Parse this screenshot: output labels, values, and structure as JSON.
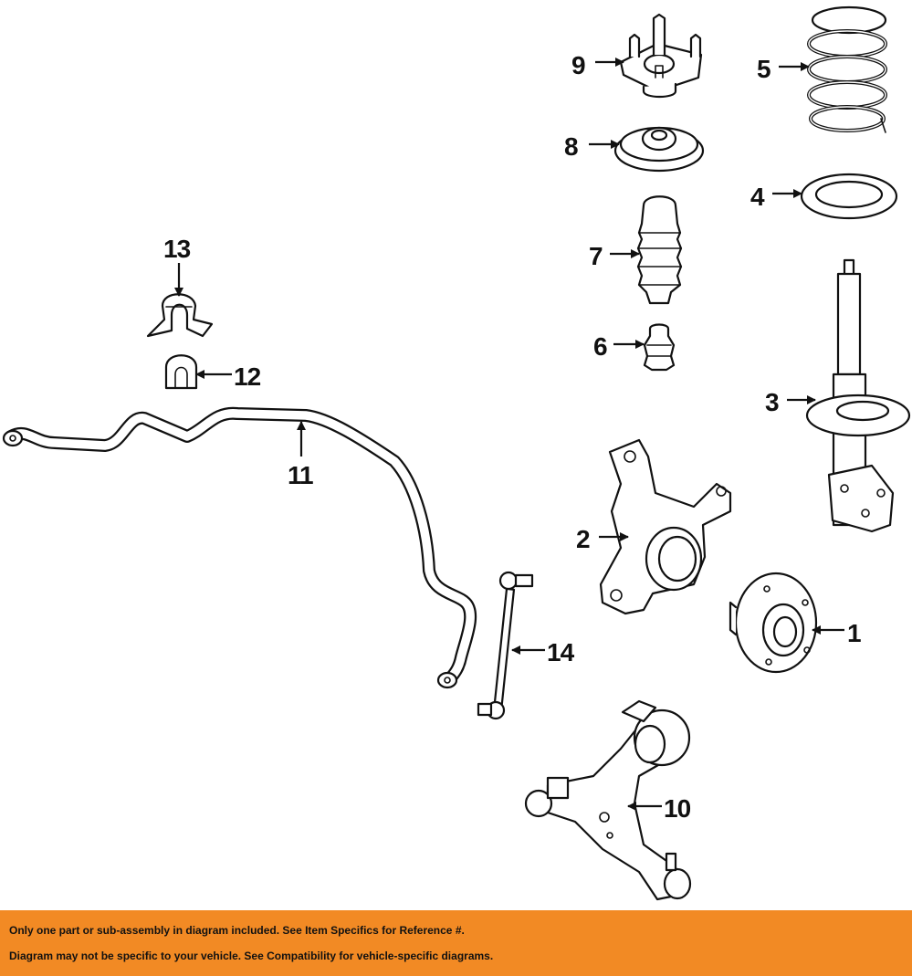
{
  "callouts": {
    "c1": "1",
    "c2": "2",
    "c3": "3",
    "c4": "4",
    "c5": "5",
    "c6": "6",
    "c7": "7",
    "c8": "8",
    "c9": "9",
    "c10": "10",
    "c11": "11",
    "c12": "12",
    "c13": "13",
    "c14": "14"
  },
  "banner": {
    "line1": "Only one part or sub-assembly in diagram included. See Item Specifics for Reference #.",
    "line2": "Diagram may not be specific to your vehicle. See Compatibility for vehicle-specific diagrams.",
    "color": "#f28a24"
  }
}
